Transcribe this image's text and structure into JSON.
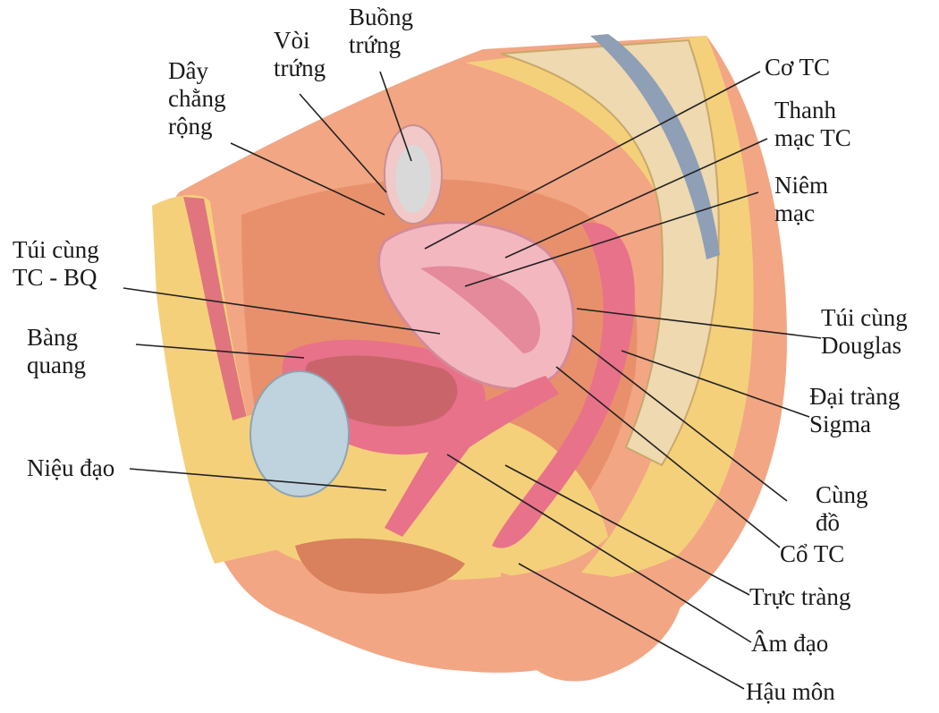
{
  "labels": {
    "day_chang_rong": [
      "Dây",
      "chằng",
      "rộng"
    ],
    "voi_trung": [
      "Vòi",
      "trứng"
    ],
    "buong_trung": [
      "Buồng",
      "trứng"
    ],
    "co_tc": [
      "Cơ TC"
    ],
    "thanh_mac_tc": [
      "Thanh",
      "mạc TC"
    ],
    "niem_mac": [
      "Niêm",
      "mạc"
    ],
    "tui_cung_tc_bq": [
      "Túi cùng",
      "TC - BQ"
    ],
    "bang_quang": [
      "Bàng",
      "quang"
    ],
    "tui_cung_douglas": [
      "Túi cùng",
      "Douglas"
    ],
    "dai_trang_sigma": [
      "Đại tràng",
      "Sigma"
    ],
    "nieu_dao": [
      "Niệu đạo"
    ],
    "cung_do": [
      "Cùng",
      "đồ"
    ],
    "co_tc_cervix": [
      "Cổ TC"
    ],
    "truc_trang": [
      "Trực tràng"
    ],
    "am_dao": [
      "Âm đạo"
    ],
    "hau_mon": [
      "Hậu môn"
    ]
  },
  "colors": {
    "skin": "#f2a684",
    "skin_dark": "#d9805c",
    "fat": "#f4d07a",
    "muscle": "#e8728a",
    "uterus": "#f3b7c0",
    "bone": "#eed9b0",
    "bladder": "#bfd3df",
    "leader_line": "#222222"
  }
}
